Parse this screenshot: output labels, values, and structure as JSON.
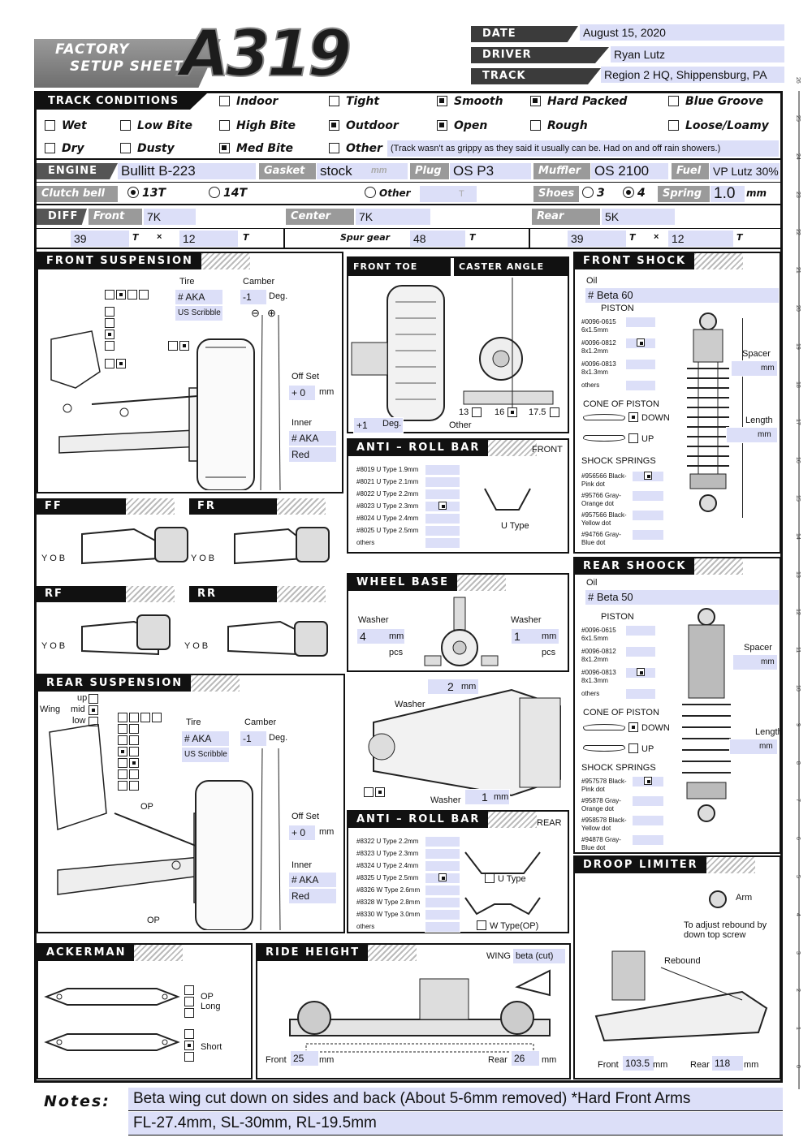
{
  "header": {
    "logo_line1": "FACTORY",
    "logo_line2": "SETUP SHEET",
    "model": "A319",
    "date_label": "DATE",
    "date": "August 15, 2020",
    "driver_label": "DRIVER",
    "driver": "Ryan Lutz",
    "track_label": "TRACK",
    "track": "Region 2 HQ, Shippensburg, PA"
  },
  "conditions": {
    "title": "TRACK CONDITIONS",
    "row1": [
      {
        "label": "Indoor",
        "checked": false
      },
      {
        "label": "Tight",
        "checked": false
      },
      {
        "label": "Smooth",
        "checked": true
      },
      {
        "label": "Hard Packed",
        "checked": true
      },
      {
        "label": "Blue Groove",
        "checked": false
      }
    ],
    "row2": [
      {
        "label": "Wet",
        "checked": false
      },
      {
        "label": "Low Bite",
        "checked": false
      },
      {
        "label": "High Bite",
        "checked": false
      },
      {
        "label": "Outdoor",
        "checked": true
      },
      {
        "label": "Open",
        "checked": true
      },
      {
        "label": "Rough",
        "checked": false
      },
      {
        "label": "Loose/Loamy",
        "checked": false
      }
    ],
    "row3": [
      {
        "label": "Dry",
        "checked": false
      },
      {
        "label": "Dusty",
        "checked": false
      },
      {
        "label": "Med Bite",
        "checked": true
      },
      {
        "label": "Other",
        "checked": false
      }
    ],
    "other_text": "(Track wasn't as grippy as they said it usually can be. Had on and off rain showers.)"
  },
  "engine": {
    "label": "ENGINE",
    "value": "Bullitt B-223",
    "gasket_label": "Gasket",
    "gasket": "stock",
    "gasket_unit": "mm",
    "plug_label": "Plug",
    "plug": "OS P3",
    "muffler_label": "Muffler",
    "muffler": "OS 2100",
    "fuel_label": "Fuel",
    "fuel": "VP Lutz 30%"
  },
  "clutch": {
    "label": "Clutch bell",
    "opt1": "13T",
    "opt2": "14T",
    "other": "Other",
    "other_unit": "T",
    "shoes_label": "Shoes",
    "shoe1": "3",
    "shoe2": "4",
    "spring_label": "Spring",
    "spring": "1.0",
    "spring_unit": "mm"
  },
  "diff": {
    "label": "DIFF",
    "front_label": "Front",
    "front": "7K",
    "center_label": "Center",
    "center": "7K",
    "rear_label": "Rear",
    "rear": "5K",
    "f1": "39",
    "f2": "12",
    "spur_label": "Spur gear",
    "spur": "48",
    "r1": "39",
    "r2": "12",
    "t": "T",
    "x": "×"
  },
  "front_susp": {
    "title": "FRONT SUSPENSION",
    "tire_label": "Tire",
    "tire": "# AKA",
    "tire_compound": "US Scribble",
    "camber_label": "Camber",
    "camber": "-1",
    "deg": "Deg.",
    "minus": "⊖",
    "plus": "⊕",
    "offset_label": "Off Set",
    "offset": "+ 0",
    "mm": "mm",
    "inner_label": "Inner",
    "inner": "# AKA",
    "inner_color": "Red"
  },
  "toe": {
    "title": "FRONT TOE ANGLE",
    "caster_title": "CASTER ANGLE",
    "toe": "+1",
    "deg": "Deg.",
    "other": "Other",
    "c1": "13",
    "c2": "16",
    "c3": "17.5"
  },
  "front_arb": {
    "title": "ANTI – ROLL BAR",
    "pos": "FRONT",
    "shape": "U Type",
    "items": [
      "#8019 U Type 1.9mm",
      "#8021 U Type 2.1mm",
      "#8022 U Type 2.2mm",
      "#8023 U Type 2.3mm",
      "#8024 U Type 2.4mm",
      "#8025 U Type 2.5mm",
      "others"
    ]
  },
  "front_shock": {
    "title": "FRONT SHOCK",
    "oil_label": "Oil",
    "oil": "#  Beta 60",
    "piston_label": "PISTON",
    "pistons": [
      "#0096-0615 6x1.5mm",
      "#0096-0812 8x1.2mm",
      "#0096-0813 8x1.3mm",
      "others"
    ],
    "cone_label": "CONE OF PISTON",
    "down": "DOWN",
    "up": "UP",
    "springs_label": "SHOCK SPRINGS",
    "springs": [
      "#956566 Black-Pink dot",
      "#95766 Gray-Orange dot",
      "#957566 Black-Yellow dot",
      "#94766 Gray-Blue dot"
    ],
    "spacer_label": "Spacer",
    "length_label": "Length",
    "mm": "mm"
  },
  "ff": {
    "title": "FF"
  },
  "fr": {
    "title": "FR"
  },
  "rf": {
    "title": "RF"
  },
  "rr": {
    "title": "RR"
  },
  "yob": "Y O B",
  "wheelbase": {
    "title": "WHEEL BASE",
    "washer_label": "Washer",
    "left": "4",
    "right": "1",
    "mm": "mm",
    "pcs": "pcs"
  },
  "rear_shock": {
    "title": "REAR SHOOCK",
    "oil_label": "Oil",
    "oil": "#  Beta 50",
    "piston_label": "PISTON",
    "pistons": [
      "#0096-0615 6x1.5mm",
      "#0096-0812 8x1.2mm",
      "#0096-0813 8x1.3mm",
      "others"
    ],
    "cone_label": "CONE OF PISTON",
    "down": "DOWN",
    "up": "UP",
    "springs_label": "SHOCK SPRINGS",
    "springs": [
      "#957578 Black-Pink dot",
      "#95878 Gray-Orange dot",
      "#958578 Black-Yellow dot",
      "#94878 Gray-Blue dot"
    ],
    "spacer_label": "Spacer",
    "length_label": "Length",
    "mm": "mm"
  },
  "rear_susp": {
    "title": "REAR SUSPENSION",
    "wing": "Wing",
    "up": "up",
    "mid": "mid",
    "low": "low",
    "tire_label": "Tire",
    "tire": "# AKA",
    "tire_compound": "US Scribble",
    "camber_label": "Camber",
    "camber": "-1",
    "deg": "Deg.",
    "op": "OP",
    "offset_label": "Off Set",
    "offset": "+ 0",
    "mm": "mm",
    "inner_label": "Inner",
    "inner": "# AKA",
    "inner_color": "Red",
    "washer_label": "Washer",
    "washer_top": "2",
    "washer_bottom": "1"
  },
  "rear_arb": {
    "title": "ANTI – ROLL BAR",
    "pos": "REAR",
    "u": "U Type",
    "w": "W Type(OP)",
    "items": [
      "#8322 U Type 2.2mm",
      "#8323 U Type 2.3mm",
      "#8324 U Type 2.4mm",
      "#8325 U Type 2.5mm",
      "#8326 W Type 2.6mm",
      "#8328 W Type 2.8mm",
      "#8330 W Type 3.0mm",
      "others"
    ]
  },
  "droop": {
    "title": "DROOP LIMITER",
    "arm": "Arm",
    "note": "To adjust rebound by down top screw",
    "rebound": "Rebound",
    "front_label": "Front",
    "front": "103.5",
    "rear_label": "Rear",
    "rear": "118",
    "mm": "mm"
  },
  "ackerman": {
    "title": "ACKERMAN",
    "op_long": "OP Long",
    "short": "Short"
  },
  "ride": {
    "title": "RIDE HEIGHT",
    "wing_label": "WING",
    "wing": "beta (cut)",
    "front_label": "Front",
    "front": "25",
    "rear_label": "Rear",
    "rear": "26",
    "mm": "mm"
  },
  "notes": {
    "label": "Notes:",
    "line1": "Beta wing cut down on sides and back (About 5-6mm removed) *Hard Front Arms",
    "line2": "FL-27.4mm, SL-30mm, RL-19.5mm"
  },
  "colors": {
    "fill": "#dcdff8",
    "dark": "#111111",
    "gray": "#9a9a9a"
  }
}
